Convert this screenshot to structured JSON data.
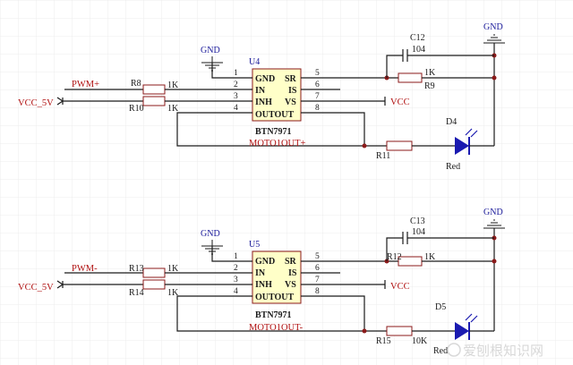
{
  "colors": {
    "component_outline": "#8b1a1a",
    "chip_fill": "#ffffc8",
    "net_label": "#b01010",
    "designator": "#1a1a9a",
    "led": "#1a1ab0"
  },
  "power": {
    "gnd": "GND",
    "vcc": "VCC"
  },
  "circuits": [
    {
      "chip": {
        "designator": "U4",
        "part": "BTN7971",
        "pins_left": [
          "1",
          "2",
          "3",
          "4"
        ],
        "pins_right": [
          "5",
          "6",
          "7",
          "8"
        ],
        "labels_left": [
          "GND",
          "IN",
          "INH",
          "OUTOUT"
        ],
        "labels_right": [
          "SR",
          "IS",
          "VS",
          ""
        ]
      },
      "pwm_net": "PWM+",
      "vcc_net": "VCC_5V",
      "r_in1": {
        "designator": "R8",
        "value": "1K"
      },
      "r_in2": {
        "designator": "R10",
        "value": "1K"
      },
      "cap": {
        "designator": "C12",
        "value": "104"
      },
      "r_sr": {
        "designator": "R9",
        "value": "1K"
      },
      "r_led": {
        "designator": "R11",
        "value": ""
      },
      "led": {
        "designator": "D4",
        "color": "Red"
      },
      "out_net": "MOTO1OUT+"
    },
    {
      "chip": {
        "designator": "U5",
        "part": "BTN7971",
        "pins_left": [
          "1",
          "2",
          "3",
          "4"
        ],
        "pins_right": [
          "5",
          "6",
          "7",
          "8"
        ],
        "labels_left": [
          "GND",
          "IN",
          "INH",
          "OUTOUT"
        ],
        "labels_right": [
          "SR",
          "IS",
          "VS",
          ""
        ]
      },
      "pwm_net": "PWM-",
      "vcc_net": "VCC_5V",
      "r_in1": {
        "designator": "R13",
        "value": "1K"
      },
      "r_in2": {
        "designator": "R14",
        "value": "1K"
      },
      "cap": {
        "designator": "C13",
        "value": "104"
      },
      "r_sr": {
        "designator": "R12",
        "value": "1K"
      },
      "r_led": {
        "designator": "R15",
        "value": "10K"
      },
      "led": {
        "designator": "D5",
        "color": "Red"
      },
      "out_net": "MOTO1OUT-"
    }
  ],
  "watermark": "爱刨根知识网"
}
